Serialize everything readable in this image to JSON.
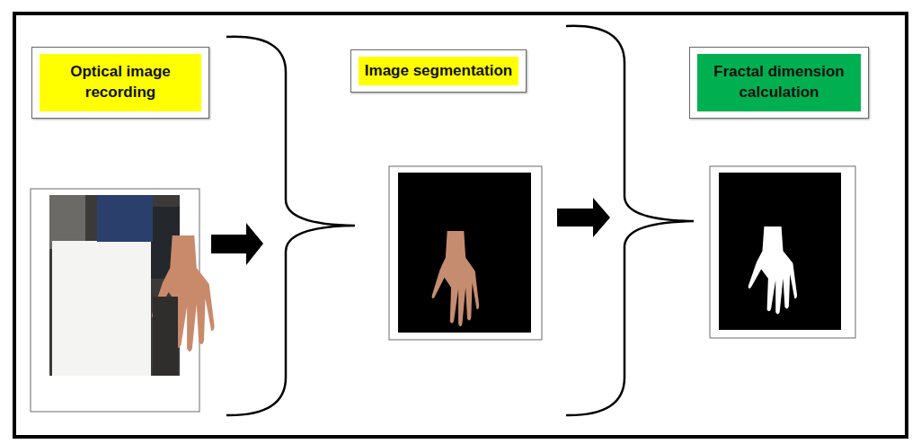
{
  "diagram": {
    "nodes": [
      {
        "text": [
          "Optical image recording"
        ]
      },
      {
        "text": [
          "Image segmentation"
        ]
      },
      {
        "text": [
          "Fractal dimension calculation"
        ]
      }
    ]
  }
}
